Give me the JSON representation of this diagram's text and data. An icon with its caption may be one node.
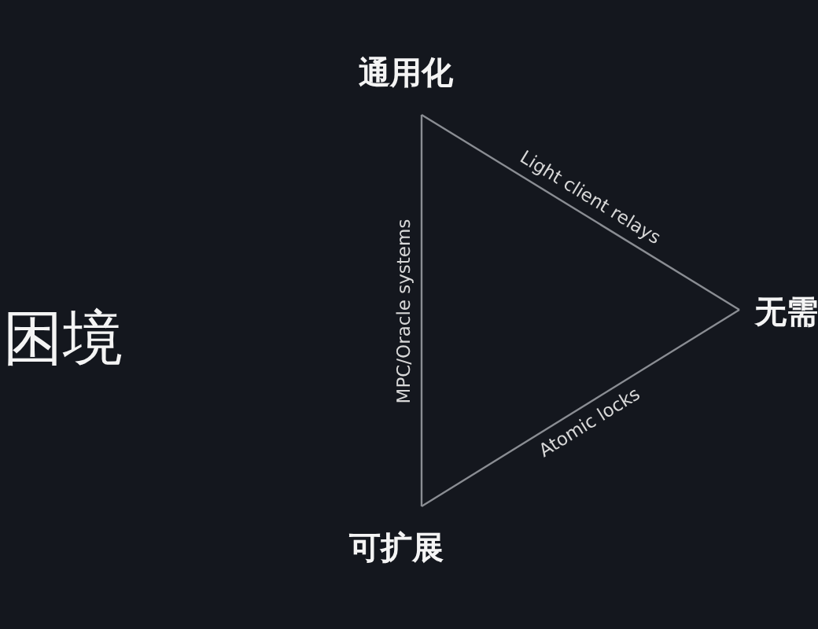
{
  "diagram": {
    "nodes": [
      {
        "text": [
          "通用化"
        ]
      },
      {
        "text": [
          "无需"
        ]
      },
      {
        "text": [
          "可扩展"
        ]
      }
    ],
    "edges": [
      {
        "from": 0,
        "to": 1,
        "arrow": "none",
        "label": "Light client relays"
      },
      {
        "from": 1,
        "to": 2,
        "arrow": "none",
        "label": "Atomic locks"
      },
      {
        "from": 2,
        "to": 0,
        "arrow": "none",
        "label": "MPC/Oracle systems"
      }
    ],
    "labels": [
      "困境"
    ]
  }
}
